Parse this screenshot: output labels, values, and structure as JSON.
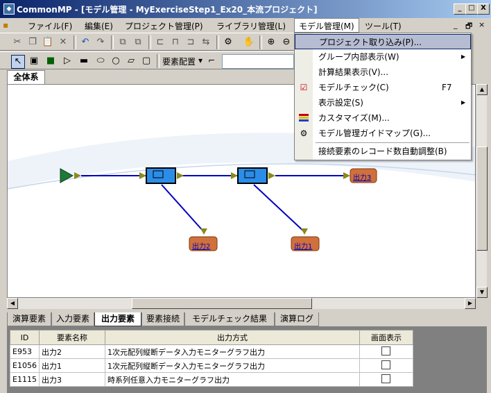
{
  "window": {
    "title": "CommonMP - [モデル管理 - MyExerciseStep1_Ex20_本流プロジェクト]",
    "minimize": "_",
    "maximize": "□",
    "close": "X"
  },
  "menubar": {
    "items": [
      "ファイル(F)",
      "編集(E)",
      "プロジェクト管理(P)",
      "ライブラリ管理(L)",
      "モデル管理(M)",
      "ツール(T)"
    ],
    "mdi_min": "_",
    "mdi_restore": "🗗",
    "mdi_close": "×"
  },
  "toolbar": {
    "layout_combo": "要素配置",
    "combo_arrow": "▾",
    "connector": "⌐"
  },
  "document_tab": "全体系",
  "dropdown": {
    "items": [
      {
        "label": "プロジェクト取り込み(P)...",
        "shortcut": "",
        "arrow": ""
      },
      {
        "label": "グループ内部表示(W)",
        "shortcut": "",
        "arrow": "▶"
      },
      {
        "label": "計算結果表示(V)...",
        "shortcut": "",
        "arrow": ""
      },
      {
        "label": "モデルチェック(C)",
        "shortcut": "F7",
        "arrow": ""
      },
      {
        "label": "表示設定(S)",
        "shortcut": "",
        "arrow": "▶"
      },
      {
        "label": "カスタマイズ(M)...",
        "shortcut": "",
        "arrow": ""
      },
      {
        "label": "モデル管理ガイドマップ(G)...",
        "shortcut": "",
        "arrow": ""
      },
      {
        "label": "接続要素のレコード数自動調整(B)",
        "shortcut": "",
        "arrow": ""
      }
    ]
  },
  "diagram": {
    "nodes": [
      {
        "label": "出力3"
      },
      {
        "label": "出力2"
      },
      {
        "label": "出力1"
      }
    ]
  },
  "bottom_tabs": [
    "演算要素",
    "入力要素",
    "出力要素",
    "要素接続",
    "モデルチェック結果",
    "演算ログ"
  ],
  "table": {
    "headers": [
      "ID",
      "要素名称",
      "出力方式",
      "画面表示"
    ],
    "rows": [
      [
        "E953",
        "出力2",
        "1次元配列縦断データ入力モニターグラフ出力"
      ],
      [
        "E1056",
        "出力1",
        "1次元配列縦断データ入力モニターグラフ出力"
      ],
      [
        "E1115",
        "出力3",
        "時系列任意入力モニターグラフ出力"
      ]
    ]
  },
  "colors": {
    "title_start": "#0a246a",
    "title_end": "#a6caf0",
    "link_blue": "#0000c0",
    "node_orange": "#d0703a",
    "calc_blue": "#2b8de8"
  }
}
